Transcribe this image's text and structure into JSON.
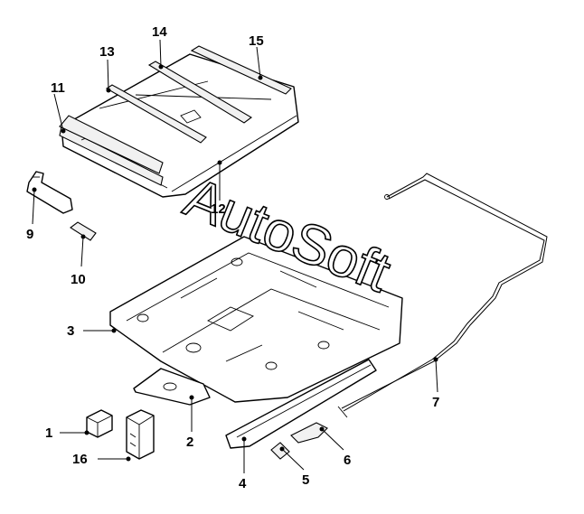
{
  "watermark": "AutoSoft",
  "callouts": [
    {
      "id": "1",
      "text": "1"
    },
    {
      "id": "2",
      "text": "2"
    },
    {
      "id": "3",
      "text": "3"
    },
    {
      "id": "4",
      "text": "4"
    },
    {
      "id": "5",
      "text": "5"
    },
    {
      "id": "6",
      "text": "6"
    },
    {
      "id": "7",
      "text": "7"
    },
    {
      "id": "9",
      "text": "9"
    },
    {
      "id": "10",
      "text": "10"
    },
    {
      "id": "11",
      "text": "11"
    },
    {
      "id": "12",
      "text": "12"
    },
    {
      "id": "13",
      "text": "13"
    },
    {
      "id": "14",
      "text": "14"
    },
    {
      "id": "15",
      "text": "15"
    },
    {
      "id": "16",
      "text": "16"
    }
  ]
}
